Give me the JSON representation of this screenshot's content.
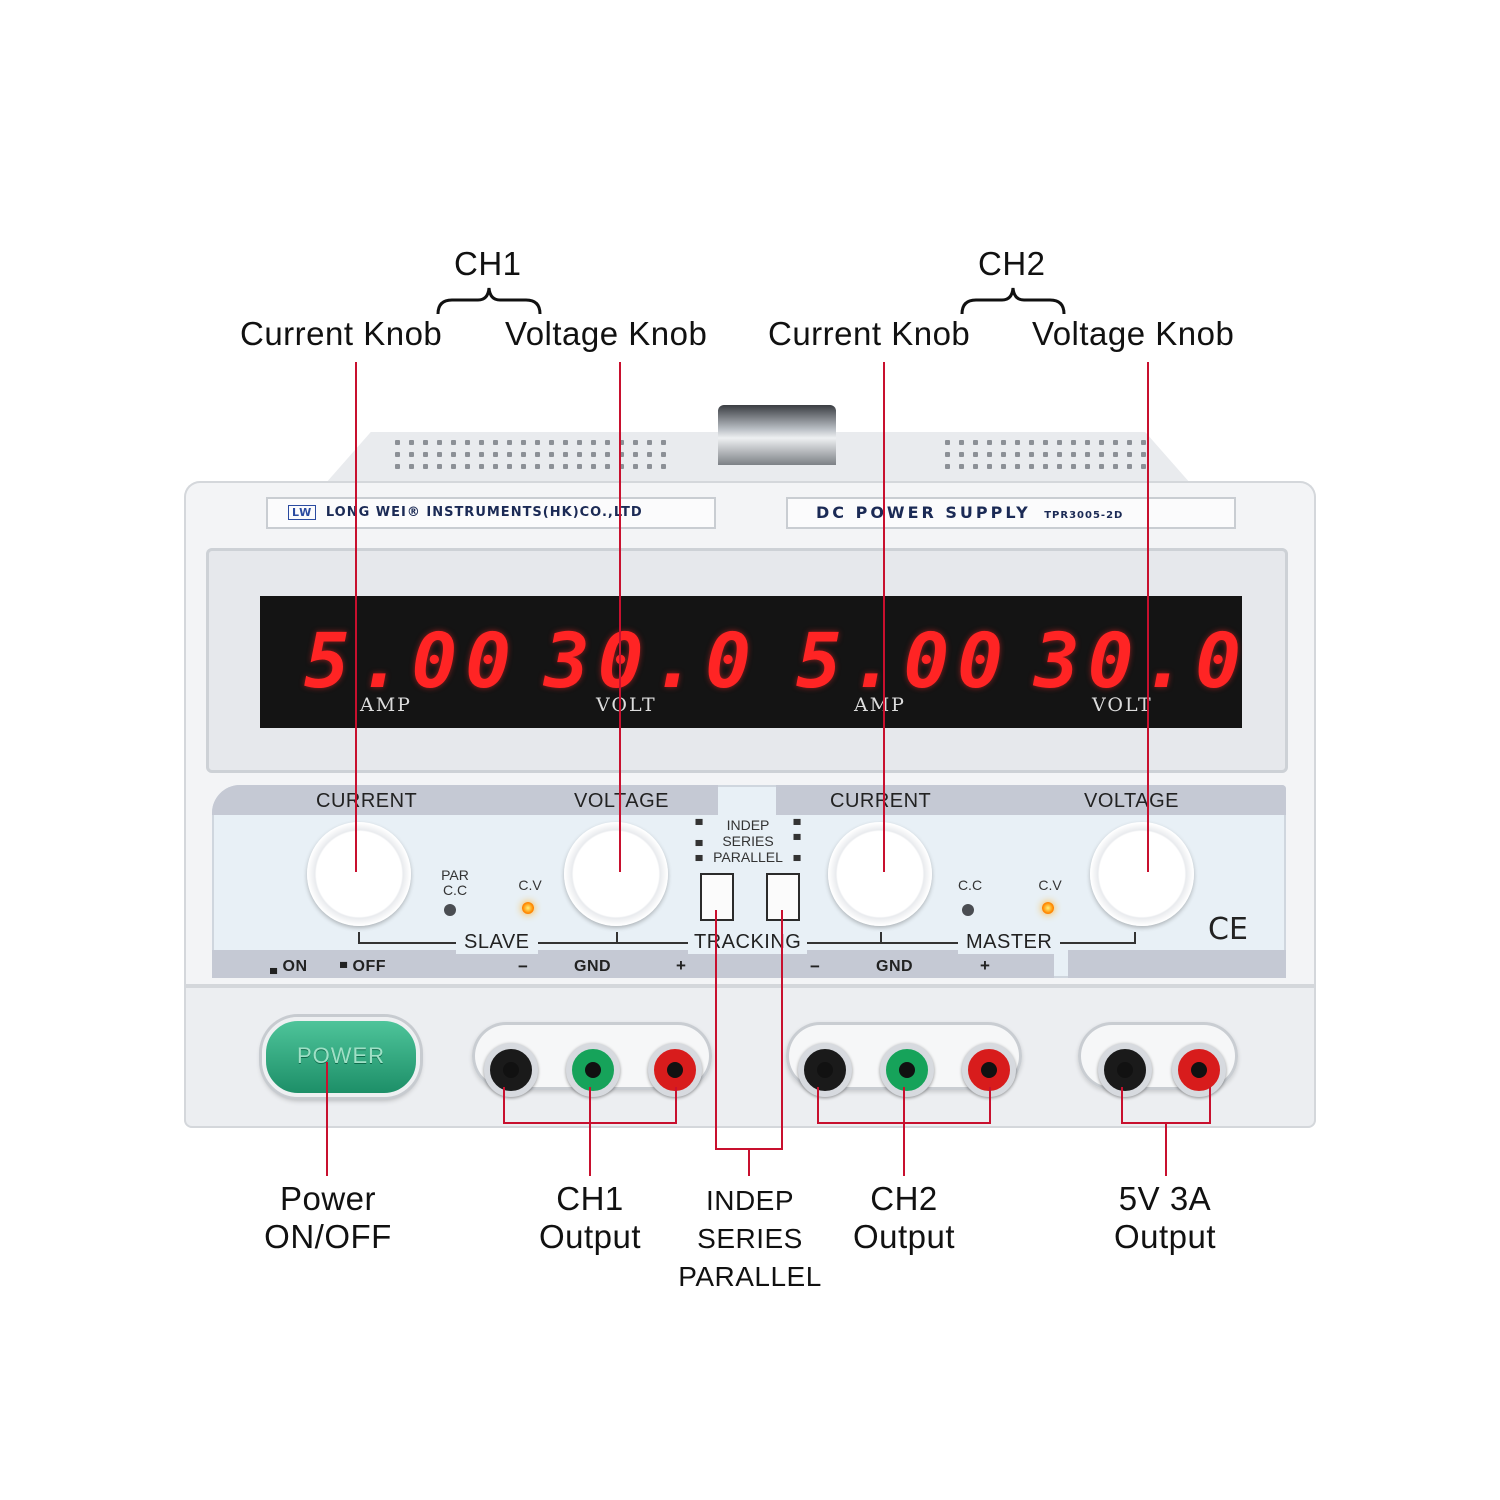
{
  "annotations": {
    "ch1_header": "CH1",
    "ch2_header": "CH2",
    "ch1_current_knob": "Current Knob",
    "ch1_voltage_knob": "Voltage Knob",
    "ch2_current_knob": "Current Knob",
    "ch2_voltage_knob": "Voltage Knob",
    "power_line1": "Power",
    "power_line2": "ON/OFF",
    "ch1_out_line1": "CH1",
    "ch1_out_line2": "Output",
    "mode_line1": "INDEP",
    "mode_line2": "SERIES",
    "mode_line3": "PARALLEL",
    "ch2_out_line1": "CH2",
    "ch2_out_line2": "Output",
    "aux_out_line1": "5V 3A",
    "aux_out_line2": "Output"
  },
  "device": {
    "brand_tag": "LW",
    "brand_plate": "LONG WEI® INSTRUMENTS(HK)CO.,LTD",
    "product_name": "DC POWER SUPPLY",
    "model": "TPR3005-2D",
    "display": {
      "ch1_current": "5.00",
      "ch1_current_unit": "AMP",
      "ch1_voltage": "30.0",
      "ch1_voltage_unit": "VOLT",
      "ch2_current": "5.00",
      "ch2_current_unit": "AMP",
      "ch2_voltage": "30.0",
      "ch2_voltage_unit": "VOLT"
    },
    "panel": {
      "ch1_current_label": "CURRENT",
      "ch1_voltage_label": "VOLTAGE",
      "ch2_current_label": "CURRENT",
      "ch2_voltage_label": "VOLTAGE",
      "mode_indep": "INDEP",
      "mode_series": "SERIES",
      "mode_parallel": "PARALLEL",
      "par_cc_line1": "PAR",
      "par_cc_line2": "C.C",
      "ch1_cv": "C.V",
      "ch2_cc": "C.C",
      "ch2_cv": "C.V",
      "slave": "SLAVE",
      "tracking": "TRACKING",
      "master": "MASTER",
      "power_on": "ON",
      "power_off": "OFF",
      "ch1_minus": "−",
      "ch1_gnd": "GND",
      "ch1_plus": "+",
      "ch2_minus": "−",
      "ch2_gnd": "GND",
      "ch2_plus": "+",
      "ce_mark": "CE",
      "power_button": "POWER"
    }
  },
  "colors": {
    "callout_line": "#c8102e",
    "led_digits": "#ff2424",
    "power_button": "#1d8f68"
  }
}
